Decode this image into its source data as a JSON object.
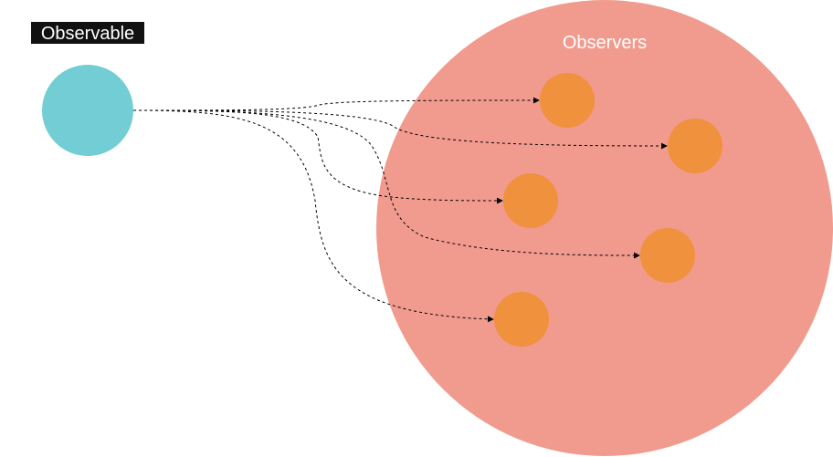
{
  "observable": {
    "label": "Observable",
    "color": "#72cdd4",
    "label_bg": "#111111"
  },
  "observers": {
    "label": "Observers",
    "group_color": "#f19a8e",
    "node_color": "#f0913e",
    "count": 5
  },
  "edges": {
    "style": "dashed",
    "arrowhead": "triangle",
    "color": "#000000"
  }
}
